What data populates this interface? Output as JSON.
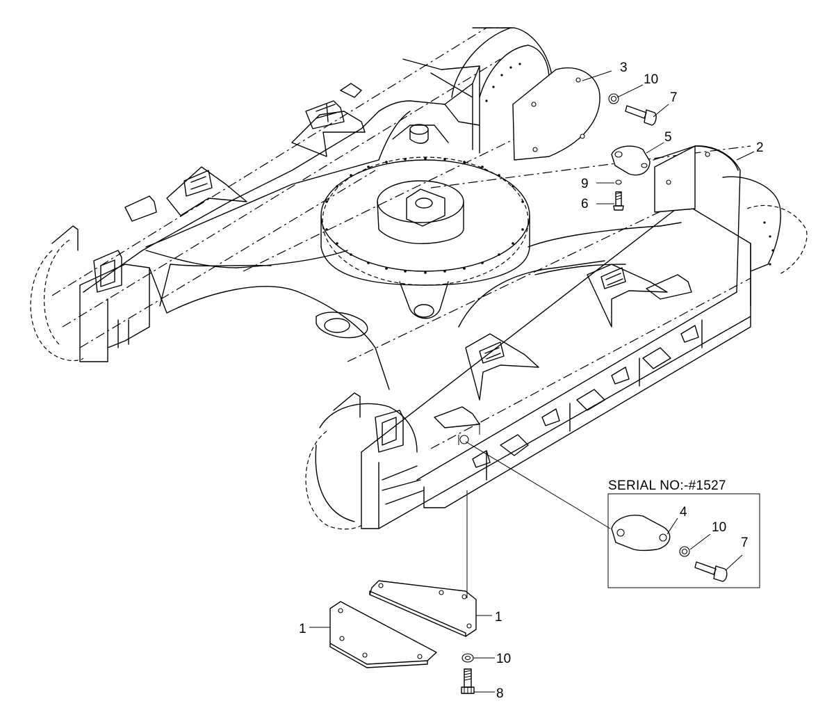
{
  "inset": {
    "serial": "SERIAL NO:-#1527"
  },
  "callouts": {
    "c1a": "1",
    "c1b": "1",
    "c2": "2",
    "c3": "3",
    "c4": "4",
    "c5": "5",
    "c6": "6",
    "c7a": "7",
    "c7b": "7",
    "c8": "8",
    "c9": "9",
    "c10a": "10",
    "c10b": "10",
    "c10c": "10"
  }
}
